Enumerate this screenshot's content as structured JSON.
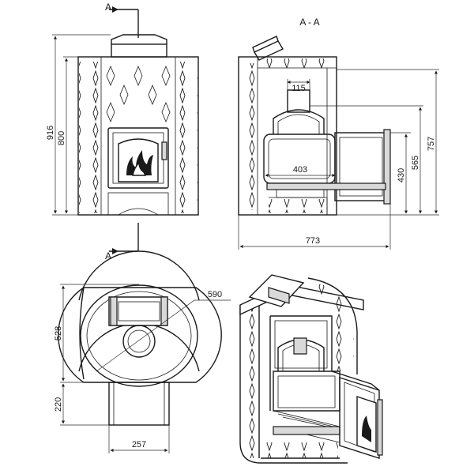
{
  "section_marks": {
    "top": "A",
    "bottom": "A",
    "section_title": "A - A"
  },
  "dimensions": {
    "height_total": "916",
    "height_body": "800",
    "chimney_width": "115",
    "firebox_width": "403",
    "depth_total": "773",
    "height_757": "757",
    "height_565": "565",
    "height_430": "430",
    "diameter": "590",
    "depth_body": "528",
    "tunnel_length": "220",
    "tunnel_width": "257"
  }
}
